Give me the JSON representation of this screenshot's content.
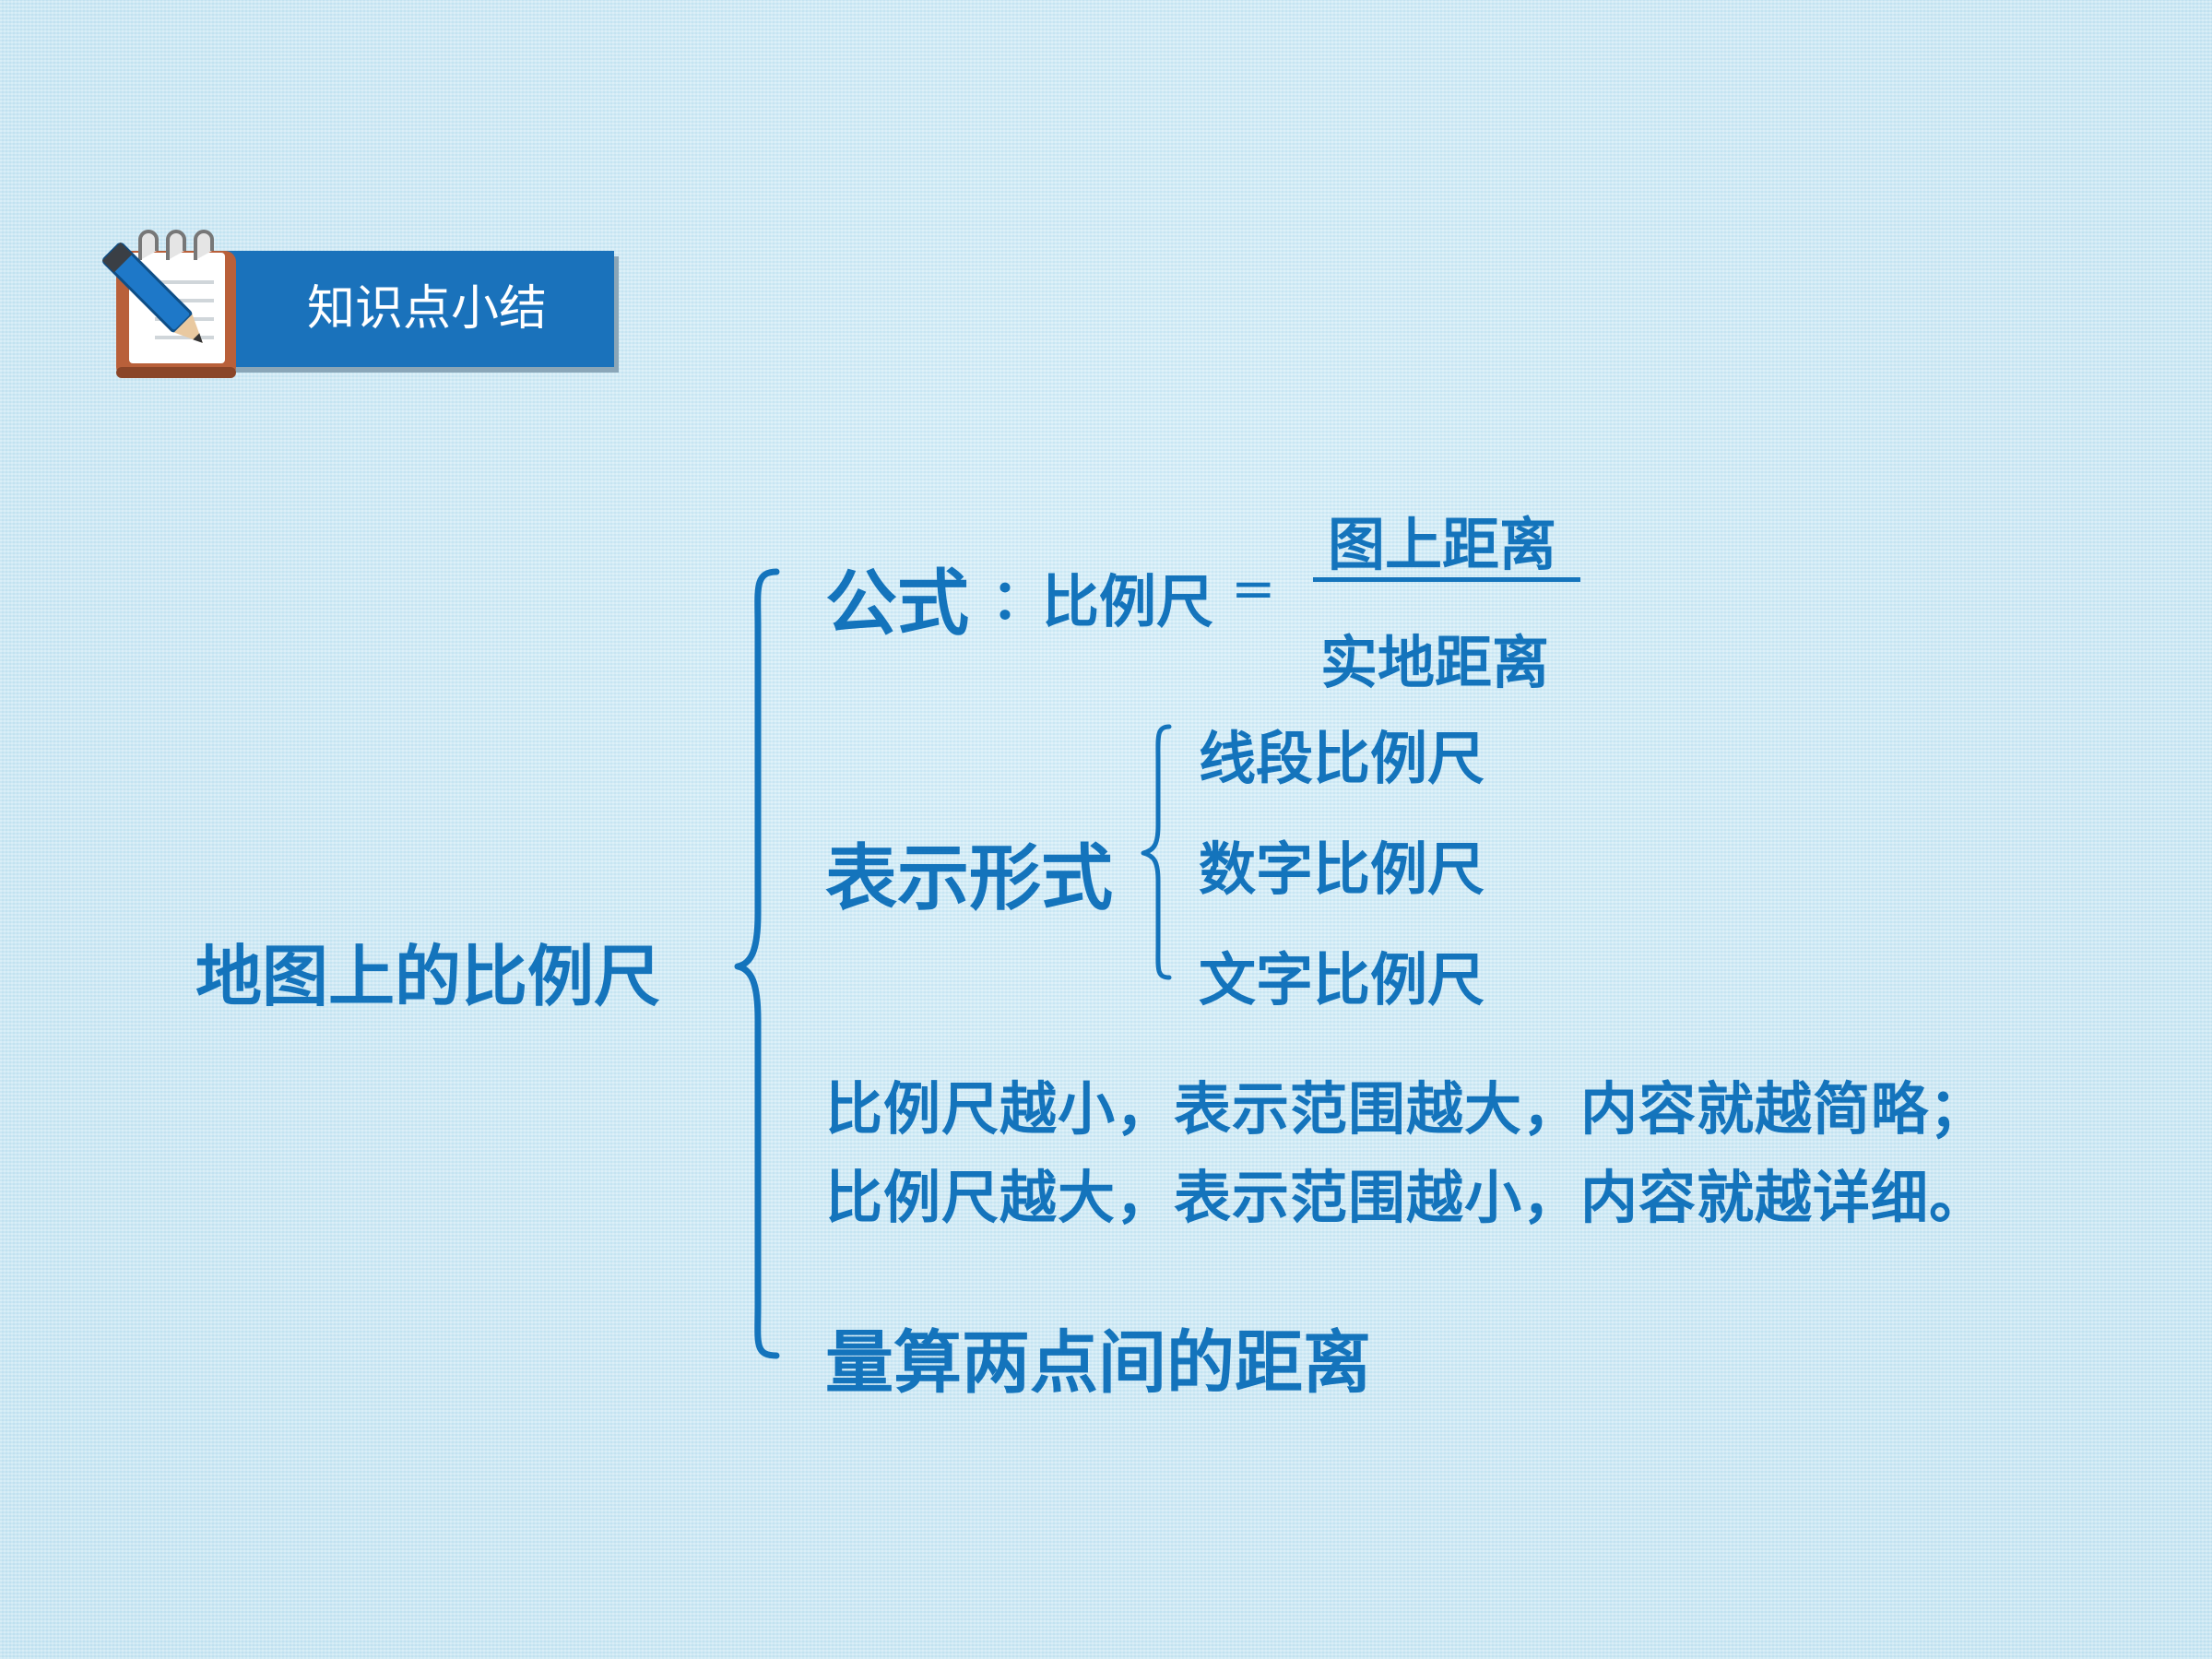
{
  "header": {
    "title": "知识点小结"
  },
  "mindmap": {
    "root": "地图上的比例尺",
    "formula": {
      "label": "公式",
      "colon": "：",
      "term": "比例尺",
      "equals": "=",
      "numerator": "图上距离",
      "denominator": "实地距离"
    },
    "forms": {
      "label": "表示形式",
      "items": [
        "线段比例尺",
        "数字比例尺",
        "文字比例尺"
      ]
    },
    "notes": [
      "比例尺越小，表示范围越大，内容就越简略；",
      "比例尺越大，表示范围越小，内容就越详细。"
    ],
    "measure": "量算两点间的距离"
  },
  "colors": {
    "accent": "#1474bc",
    "badge": "#1a72bb",
    "background": "#cfe9f4"
  }
}
